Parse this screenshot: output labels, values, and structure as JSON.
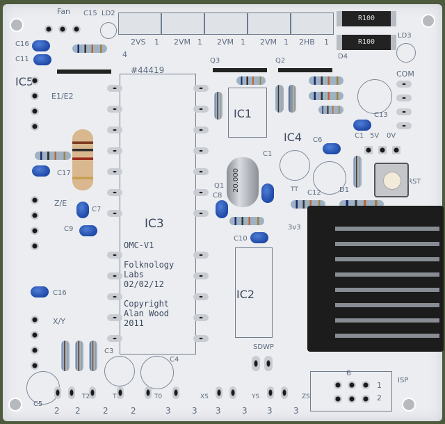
{
  "silkscreen": {
    "fan": "Fan",
    "c15": "C15",
    "ld2": "LD2",
    "c16_top": "C16",
    "c11": "C11",
    "ic5": "IC5",
    "e1e2": "E1/E2",
    "code": "#44419",
    "q3": "Q3",
    "q2": "Q2",
    "d4": "D4",
    "ld3": "LD3",
    "com": "COM",
    "ic1": "IC1",
    "ic4": "IC4",
    "c13": "C13",
    "c1a": "C1",
    "c6": "C6",
    "v5": "5V",
    "v0": "0V",
    "c17": "C17",
    "ze": "Z/E",
    "c7": "C7",
    "c9": "C9",
    "c1b": "C1",
    "q1": "Q1",
    "c8": "C8",
    "c12": "C12",
    "d1": "D1",
    "rst": "RST",
    "v33": "3v3",
    "ic3": "IC3",
    "c10": "C10",
    "ic2": "IC2",
    "omc": "OMC-V1",
    "maker": "Folknology\nLabs\n02/02/12",
    "copyright": "Copyright\nAlan Wood\n2011",
    "c16_left": "C16",
    "xy": "X/Y",
    "c3": "C3",
    "c4": "C4",
    "c5": "C5",
    "sdwp": "SDWP",
    "isp": "ISP",
    "isp_pin6": "6",
    "isp_pin1": "1",
    "isp_pin2": "2",
    "crystal": "20.000",
    "r100_a": "R100",
    "r100_b": "R100",
    "tt": "TT",
    "t2": "T2",
    "t1": "T1",
    "t0": "T0",
    "xs": "XS",
    "ys": "YS",
    "zs": "ZS"
  },
  "terminals_top": [
    {
      "label": "2VS",
      "pin": "1"
    },
    {
      "label": "2VM",
      "pin": "1"
    },
    {
      "label": "2VM",
      "pin": "1"
    },
    {
      "label": "2VM",
      "pin": "1"
    },
    {
      "label": "2HB",
      "pin": "1"
    }
  ],
  "terminals_top_pin4": "4",
  "bottom_headers": [
    "2",
    "2",
    "2",
    "2",
    "3",
    "3",
    "3",
    "3",
    "3",
    "3"
  ],
  "colors": {
    "pcb": "#ecedf0",
    "capacitor": "#1f49a8",
    "sd_socket": "#1c1c1c"
  }
}
